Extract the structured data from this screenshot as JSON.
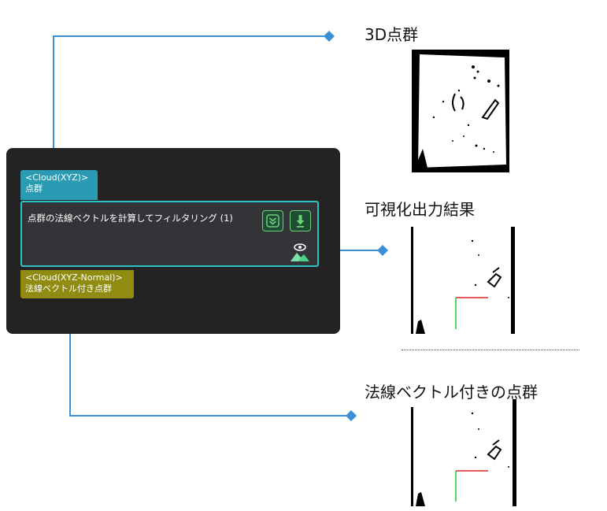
{
  "node": {
    "title": "点群の法線ベクトルを計算してフィルタリング (1)",
    "input_port": {
      "type": "<Cloud(XYZ)>",
      "name": "点群"
    },
    "output_port": {
      "type": "<Cloud(XYZ-Normal)>",
      "name": "法線ベクトル付き点群"
    },
    "buttons": [
      "chevrons-down-icon",
      "download-icon"
    ],
    "visualize_icon": "eye-mountain-icon"
  },
  "panels": {
    "input_title": "3D点群",
    "visual_title": "可視化出力結果",
    "output_title": "法線ベクトル付きの点群"
  },
  "colors": {
    "panel_bg": "#232323",
    "node_border": "#2fc0c4",
    "input_port": "#2b9bb3",
    "output_port": "#8f8c11",
    "connector": "#3b8fd6"
  }
}
